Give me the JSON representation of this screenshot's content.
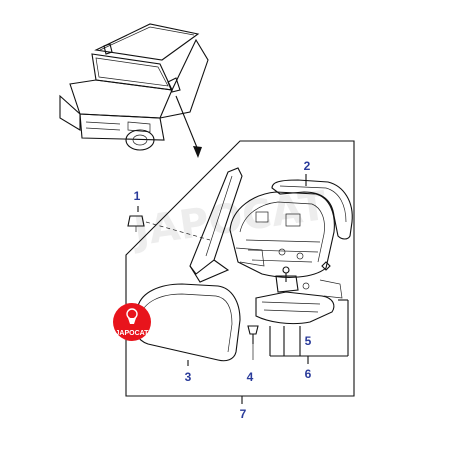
{
  "callouts": {
    "c1": "1",
    "c2": "2",
    "c3": "3",
    "c4": "4",
    "c5": "5",
    "c6": "6",
    "c7": "7"
  },
  "logo": {
    "text": "JAPOCAT",
    "color": "#e8141c"
  },
  "watermark": {
    "text": "JAPOCAT"
  },
  "colors": {
    "callout": "#2a3b9a",
    "line": "#111111"
  }
}
